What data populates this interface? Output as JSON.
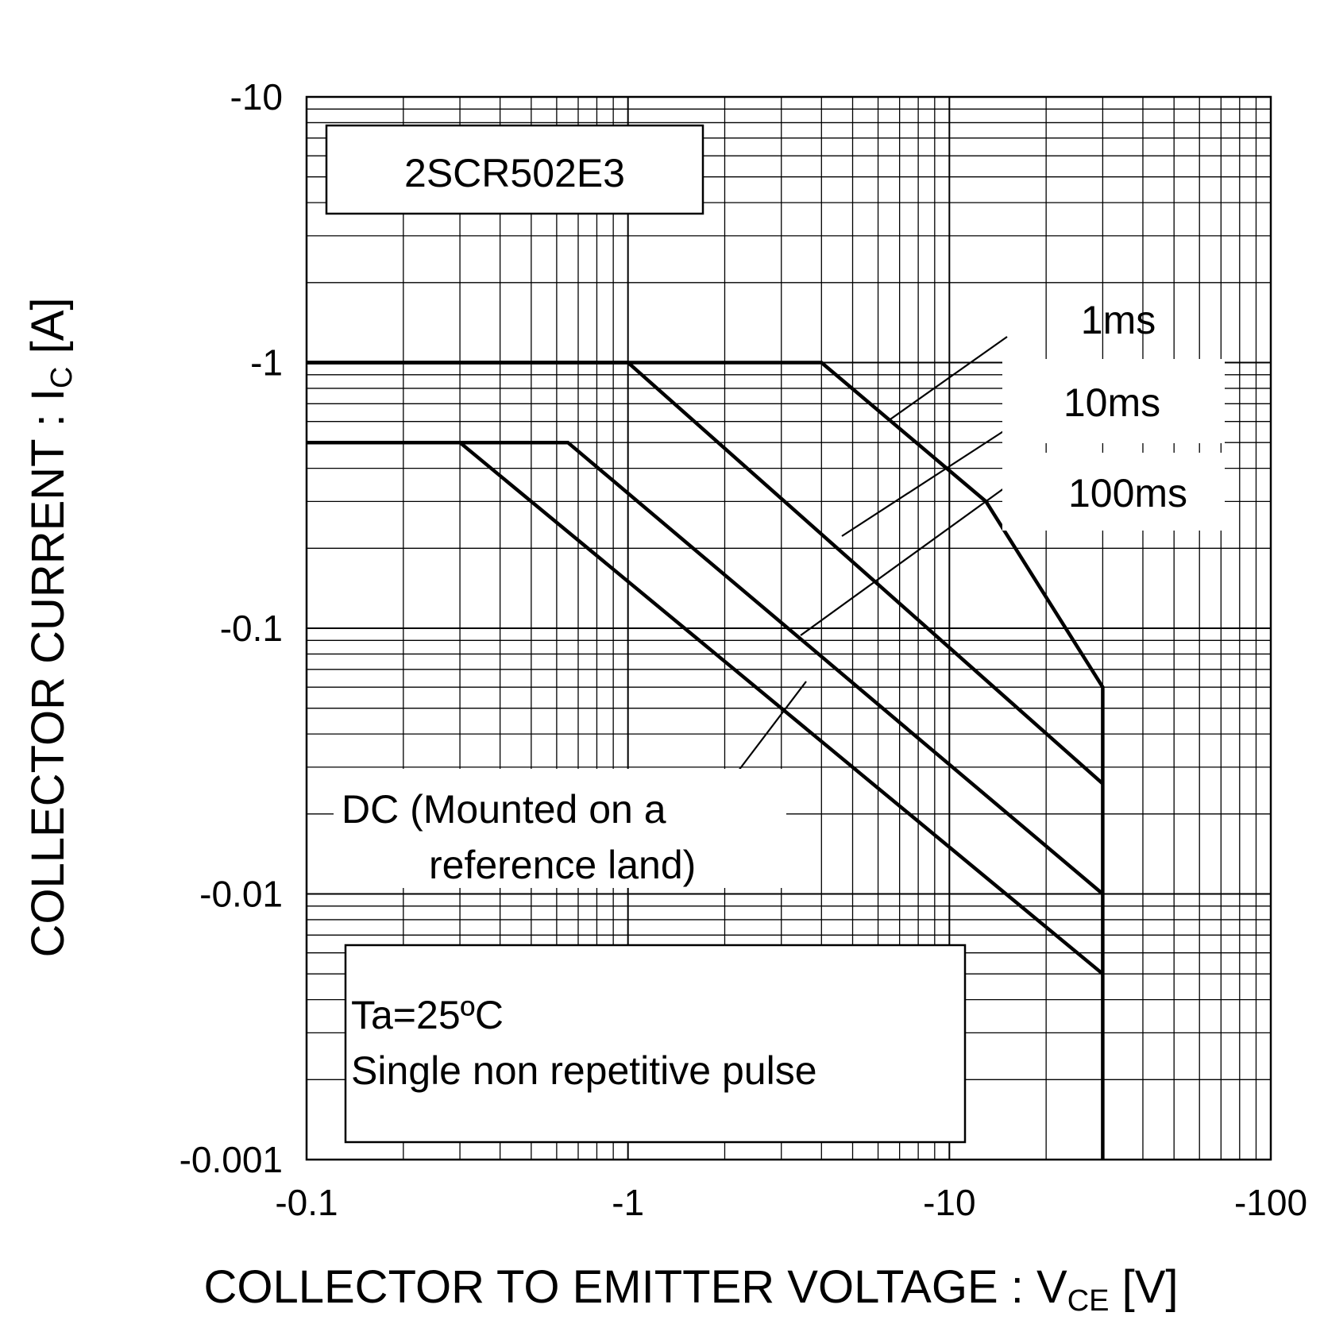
{
  "chart_data": {
    "type": "line",
    "xlabel": "COLLECTOR TO EMITTER VOLTAGE : V",
    "xlabel_sub": "CE",
    "xlabel_unit": " [V]",
    "ylabel": "COLLECTOR CURRENT : I",
    "ylabel_sub": "C",
    "ylabel_unit": " [A]",
    "x_scale": "log",
    "y_scale": "log",
    "x_negative_axis": true,
    "y_negative_axis": true,
    "xlim": [
      -0.1,
      -100
    ],
    "ylim": [
      -0.001,
      -10
    ],
    "x_ticks": [
      "-0.1",
      "-1",
      "-10",
      "-100"
    ],
    "y_ticks": [
      "-0.001",
      "-0.01",
      "-0.1",
      "-1",
      "-10"
    ],
    "grid": true,
    "series": [
      {
        "name": "1ms",
        "x": [
          -0.1,
          -4,
          -13,
          -30,
          -30
        ],
        "y": [
          -1,
          -1,
          -0.3,
          -0.06,
          -0.001
        ]
      },
      {
        "name": "10ms",
        "x": [
          -0.1,
          -1,
          -30
        ],
        "y": [
          -1,
          -1,
          -0.026
        ]
      },
      {
        "name": "100ms",
        "x": [
          -0.1,
          -0.65,
          -30
        ],
        "y": [
          -0.5,
          -0.5,
          -0.01
        ]
      },
      {
        "name": "DC (Mounted on a reference land)",
        "x": [
          -0.1,
          -0.3,
          -30
        ],
        "y": [
          -0.5,
          -0.5,
          -0.005
        ]
      }
    ],
    "annotations": {
      "part_number": "2SCR502E3",
      "labels": [
        "1ms",
        "10ms",
        "100ms"
      ],
      "dc_line1": "DC (Mounted on a",
      "dc_line2": "reference land)",
      "conditions_line1": "Ta=25ºC",
      "conditions_line2": "Single non repetitive pulse"
    }
  }
}
